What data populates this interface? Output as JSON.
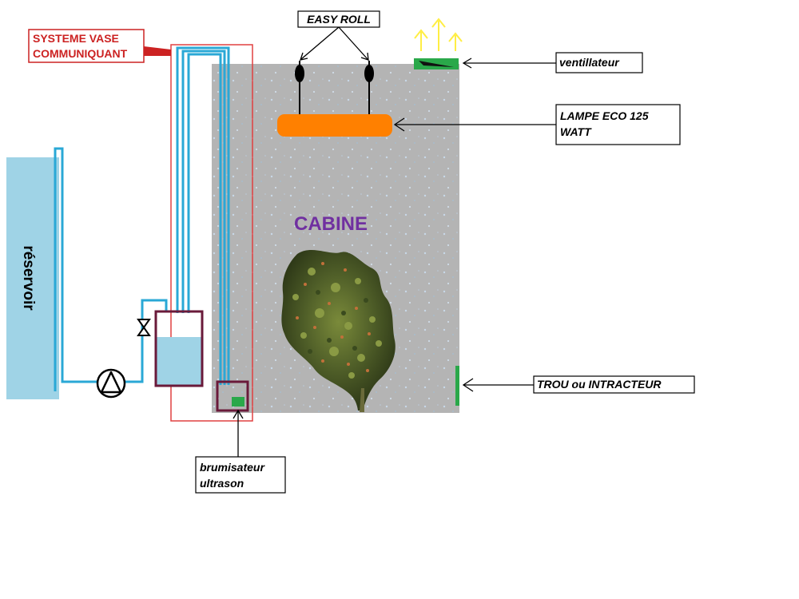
{
  "labels": {
    "systeme_line1": "SYSTEME VASE",
    "systeme_line2": "COMMUNIQUANT",
    "easy_roll": "EASY ROLL",
    "ventillateur": "ventillateur",
    "lampe_line1": "LAMPE ECO 125",
    "lampe_line2": "WATT",
    "cabine": "CABINE",
    "reservoir": "réservoir",
    "trou": "TROU  ou INTRACTEUR",
    "brumisateur_line1": "brumisateur",
    "brumisateur_line2": "ultrason"
  },
  "colors": {
    "cabin": "#b4b4b4",
    "reservoir": "#9fd3e6",
    "pipe": "#2aa8d6",
    "lamp": "#ff8000",
    "fan": "#2aa84a",
    "hole": "#2aa84a",
    "arrows_air": "#ffee44",
    "vase_border": "#e04040",
    "box_purple": "#6a1a3a",
    "cabin_title": "#7030a0"
  },
  "icons": {
    "pump": "pump-icon",
    "valve": "valve-icon",
    "fan": "fan-icon",
    "plant": "plant-bud-icon"
  }
}
